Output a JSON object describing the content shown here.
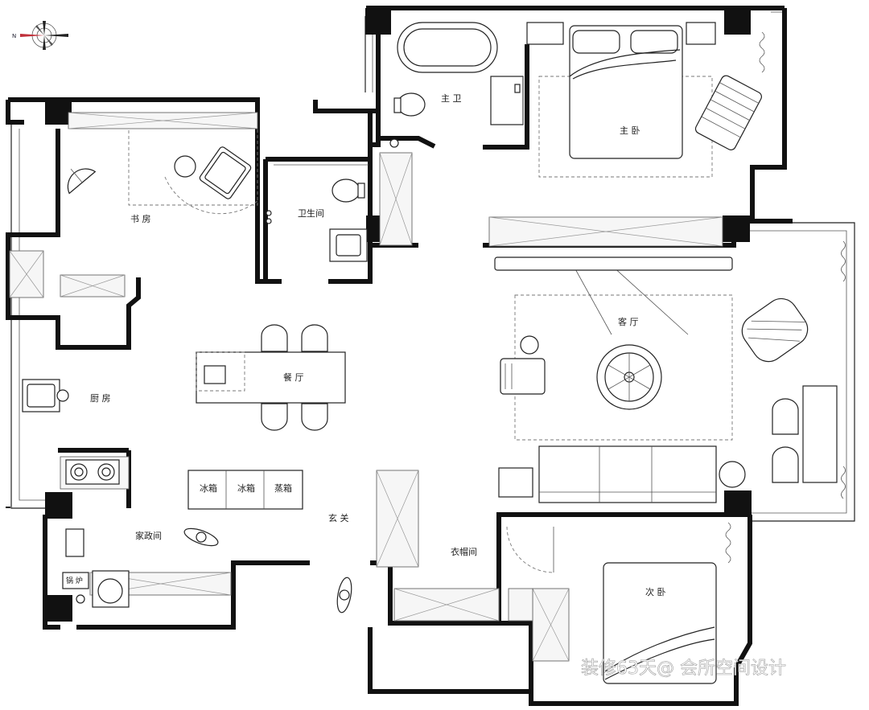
{
  "compass": {
    "north_label": "N",
    "icon": "compass-rose-icon"
  },
  "rooms": {
    "master_bath": "主 卫",
    "master_bedroom": "主 卧",
    "study": "书 房",
    "bathroom": "卫生间",
    "living_room": "客 厅",
    "dining_room": "餐 厅",
    "kitchen": "厨 房",
    "entrance": "玄 关",
    "housekeeping_room": "家政间",
    "cloakroom": "衣帽间",
    "second_bedroom": "次 卧"
  },
  "appliances": {
    "fridge_1": "冰箱",
    "fridge_2": "冰箱",
    "steamer": "蒸箱",
    "boiler": "锅 炉"
  },
  "watermark": "装修63天@ 会所空间设计"
}
